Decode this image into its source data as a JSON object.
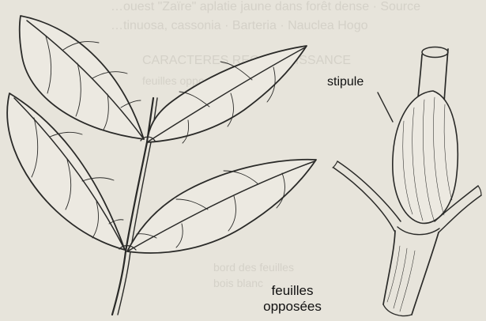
{
  "labels": {
    "stipule": "stipule",
    "feuilles": "feuilles",
    "opposees": "opposées"
  },
  "background_text": {
    "line1": "…ouest \"Zaïre\" aplatie jaune dans forêt dense · Source",
    "line2": "…tinuosa, cassonia · Barteria · Nauclea Hogo",
    "line3": "CARACTERES RECONNAISSANCE",
    "line4": "feuilles opposées simples",
    "line5": "bord des feuilles",
    "line6": "bois blanc"
  },
  "colors": {
    "paper": "#e7e4db",
    "ink": "#2a2a28"
  }
}
